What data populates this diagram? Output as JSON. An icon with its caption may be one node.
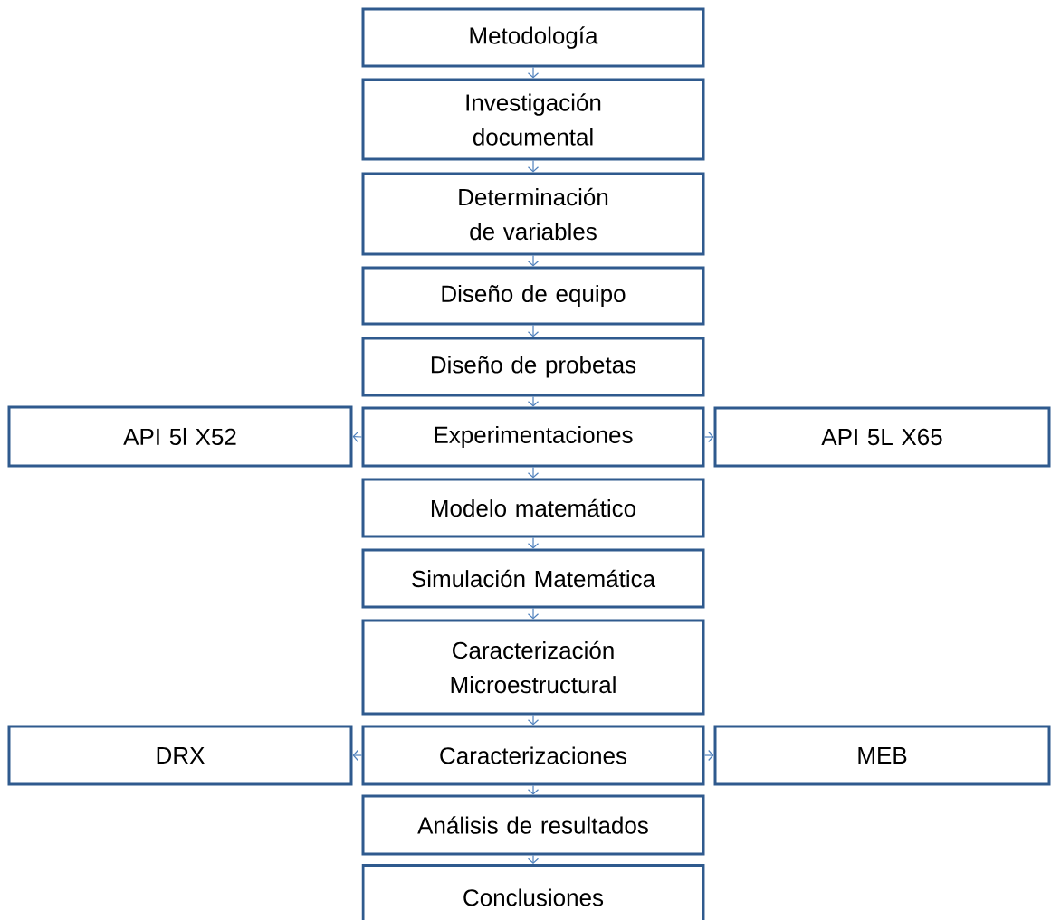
{
  "diagram": {
    "nodes": [
      {
        "text": [
          "Metodología"
        ]
      },
      {
        "text": [
          "Investigación documental"
        ]
      },
      {
        "text": [
          "Determinación de variables"
        ]
      },
      {
        "text": [
          "Diseño de equipo"
        ]
      },
      {
        "text": [
          "Diseño de probetas"
        ]
      },
      {
        "text": [
          "API 5l X52"
        ]
      },
      {
        "text": [
          "Experimentaciones"
        ]
      },
      {
        "text": [
          "API 5L X65"
        ]
      },
      {
        "text": [
          "Modelo matemático"
        ]
      },
      {
        "text": [
          "Simulación Matemática"
        ]
      },
      {
        "text": [
          "Caracterización Microestructural"
        ]
      },
      {
        "text": [
          "DRX"
        ]
      },
      {
        "text": [
          "Caracterizaciones"
        ]
      },
      {
        "text": [
          "MEB"
        ]
      },
      {
        "text": [
          "Análisis de resultados"
        ]
      },
      {
        "text": [
          "Conclusiones"
        ]
      }
    ],
    "edges": [
      {
        "from": 0,
        "to": 1,
        "arrow": "to"
      },
      {
        "from": 1,
        "to": 2,
        "arrow": "to"
      },
      {
        "from": 2,
        "to": 3,
        "arrow": "to"
      },
      {
        "from": 3,
        "to": 4,
        "arrow": "to"
      },
      {
        "from": 4,
        "to": 6,
        "arrow": "to"
      },
      {
        "from": 6,
        "to": 5,
        "arrow": "to"
      },
      {
        "from": 6,
        "to": 7,
        "arrow": "to"
      },
      {
        "from": 6,
        "to": 8,
        "arrow": "to"
      },
      {
        "from": 8,
        "to": 9,
        "arrow": "to"
      },
      {
        "from": 9,
        "to": 10,
        "arrow": "to"
      },
      {
        "from": 10,
        "to": 12,
        "arrow": "to"
      },
      {
        "from": 12,
        "to": 11,
        "arrow": "to"
      },
      {
        "from": 12,
        "to": 13,
        "arrow": "to"
      },
      {
        "from": 12,
        "to": 14,
        "arrow": "to"
      },
      {
        "from": 14,
        "to": 15,
        "arrow": "to"
      }
    ]
  }
}
